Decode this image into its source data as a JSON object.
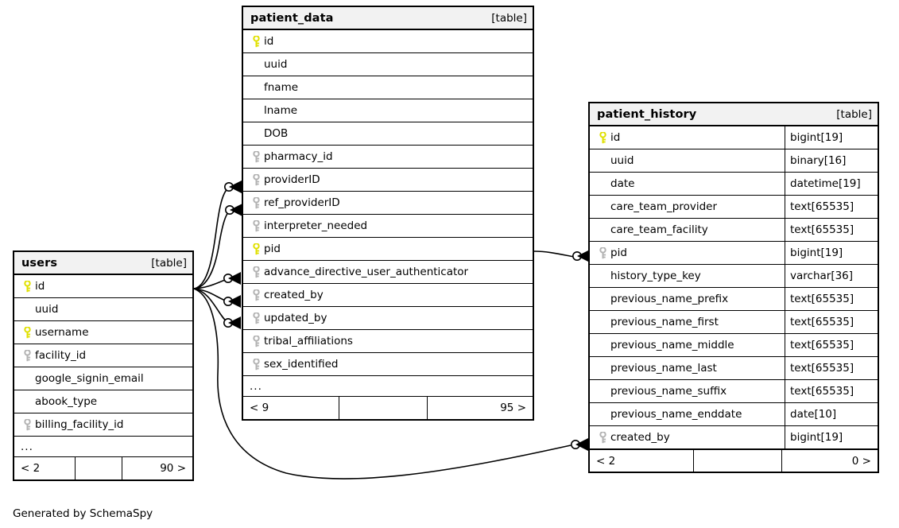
{
  "diagram": {
    "caption": "Generated by SchemaSpy",
    "table_tag": "[table]",
    "ellipsis": "...",
    "key_colors": {
      "primary": "#e8e800",
      "foreign": "#b3b3b3"
    }
  },
  "tables": {
    "users": {
      "name": "users",
      "tag": "[table]",
      "columns": [
        {
          "name": "id",
          "key": "primary"
        },
        {
          "name": "uuid",
          "key": "none"
        },
        {
          "name": "username",
          "key": "primary"
        },
        {
          "name": "facility_id",
          "key": "foreign"
        },
        {
          "name": "google_signin_email",
          "key": "none"
        },
        {
          "name": "abook_type",
          "key": "none"
        },
        {
          "name": "billing_facility_id",
          "key": "foreign"
        }
      ],
      "more": "...",
      "footer": {
        "left": "< 2",
        "middle": "",
        "right": "90 >"
      }
    },
    "patient_data": {
      "name": "patient_data",
      "tag": "[table]",
      "columns": [
        {
          "name": "id",
          "key": "primary"
        },
        {
          "name": "uuid",
          "key": "none"
        },
        {
          "name": "fname",
          "key": "none"
        },
        {
          "name": "lname",
          "key": "none"
        },
        {
          "name": "DOB",
          "key": "none"
        },
        {
          "name": "pharmacy_id",
          "key": "foreign"
        },
        {
          "name": "providerID",
          "key": "foreign"
        },
        {
          "name": "ref_providerID",
          "key": "foreign"
        },
        {
          "name": "interpreter_needed",
          "key": "foreign"
        },
        {
          "name": "pid",
          "key": "primary"
        },
        {
          "name": "advance_directive_user_authenticator",
          "key": "foreign"
        },
        {
          "name": "created_by",
          "key": "foreign"
        },
        {
          "name": "updated_by",
          "key": "foreign"
        },
        {
          "name": "tribal_affiliations",
          "key": "foreign"
        },
        {
          "name": "sex_identified",
          "key": "foreign"
        }
      ],
      "more": "...",
      "footer": {
        "left": "< 9",
        "middle": "",
        "right": "95 >"
      }
    },
    "patient_history": {
      "name": "patient_history",
      "tag": "[table]",
      "columns": [
        {
          "name": "id",
          "key": "primary",
          "type": "bigint[19]"
        },
        {
          "name": "uuid",
          "key": "none",
          "type": "binary[16]"
        },
        {
          "name": "date",
          "key": "none",
          "type": "datetime[19]"
        },
        {
          "name": "care_team_provider",
          "key": "none",
          "type": "text[65535]"
        },
        {
          "name": "care_team_facility",
          "key": "none",
          "type": "text[65535]"
        },
        {
          "name": "pid",
          "key": "foreign",
          "type": "bigint[19]"
        },
        {
          "name": "history_type_key",
          "key": "none",
          "type": "varchar[36]"
        },
        {
          "name": "previous_name_prefix",
          "key": "none",
          "type": "text[65535]"
        },
        {
          "name": "previous_name_first",
          "key": "none",
          "type": "text[65535]"
        },
        {
          "name": "previous_name_middle",
          "key": "none",
          "type": "text[65535]"
        },
        {
          "name": "previous_name_last",
          "key": "none",
          "type": "text[65535]"
        },
        {
          "name": "previous_name_suffix",
          "key": "none",
          "type": "text[65535]"
        },
        {
          "name": "previous_name_enddate",
          "key": "none",
          "type": "date[10]"
        },
        {
          "name": "created_by",
          "key": "foreign",
          "type": "bigint[19]"
        }
      ],
      "footer": {
        "left": "< 2",
        "middle": "",
        "right": "0 >"
      }
    }
  },
  "relationships": [
    {
      "from": "users.id",
      "to": "patient_data.providerID"
    },
    {
      "from": "users.id",
      "to": "patient_data.ref_providerID"
    },
    {
      "from": "users.id",
      "to": "patient_data.advance_directive_user_authenticator"
    },
    {
      "from": "users.id",
      "to": "patient_data.created_by"
    },
    {
      "from": "users.id",
      "to": "patient_data.updated_by"
    },
    {
      "from": "patient_data.pid",
      "to": "patient_history.pid"
    },
    {
      "from": "users.id",
      "to": "patient_history.created_by"
    }
  ]
}
